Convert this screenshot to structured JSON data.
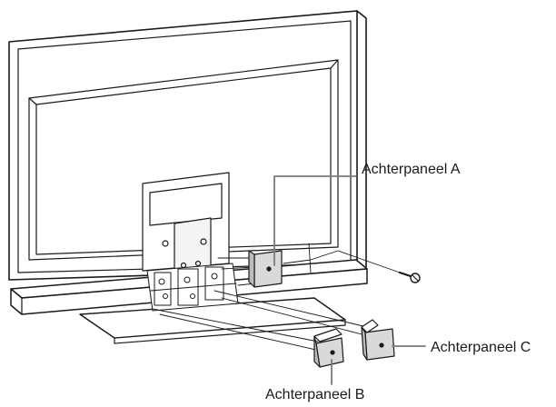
{
  "callouts": {
    "panel_a": "Achterpaneel A",
    "panel_b": "Achterpaneel B",
    "panel_c": "Achterpaneel C"
  }
}
